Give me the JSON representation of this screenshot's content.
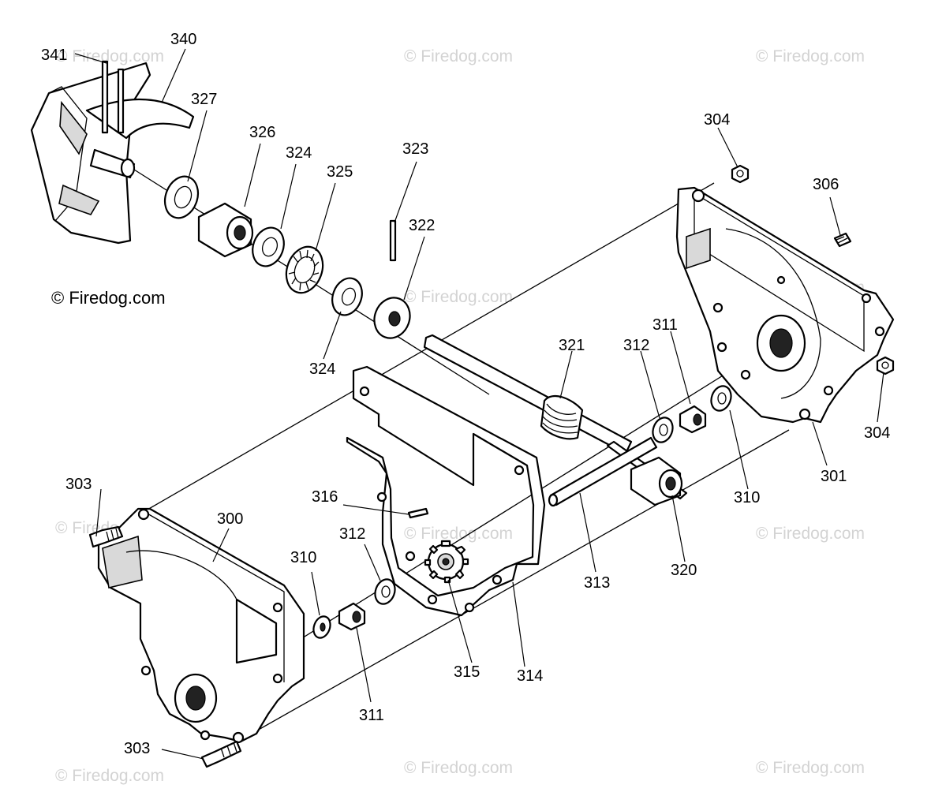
{
  "watermark": "© Firedog.com",
  "copyright": "© Firedog.com",
  "callouts": {
    "c300": "300",
    "c301": "301",
    "c303a": "303",
    "c303b": "303",
    "c304a": "304",
    "c304b": "304",
    "c306": "306",
    "c310a": "310",
    "c310b": "310",
    "c311a": "311",
    "c311b": "311",
    "c312a": "312",
    "c312b": "312",
    "c313": "313",
    "c314": "314",
    "c315": "315",
    "c316": "316",
    "c320": "320",
    "c321": "321",
    "c322": "322",
    "c323": "323",
    "c324a": "324",
    "c324b": "324",
    "c325": "325",
    "c326": "326",
    "c327": "327",
    "c340": "340",
    "c341": "341"
  }
}
